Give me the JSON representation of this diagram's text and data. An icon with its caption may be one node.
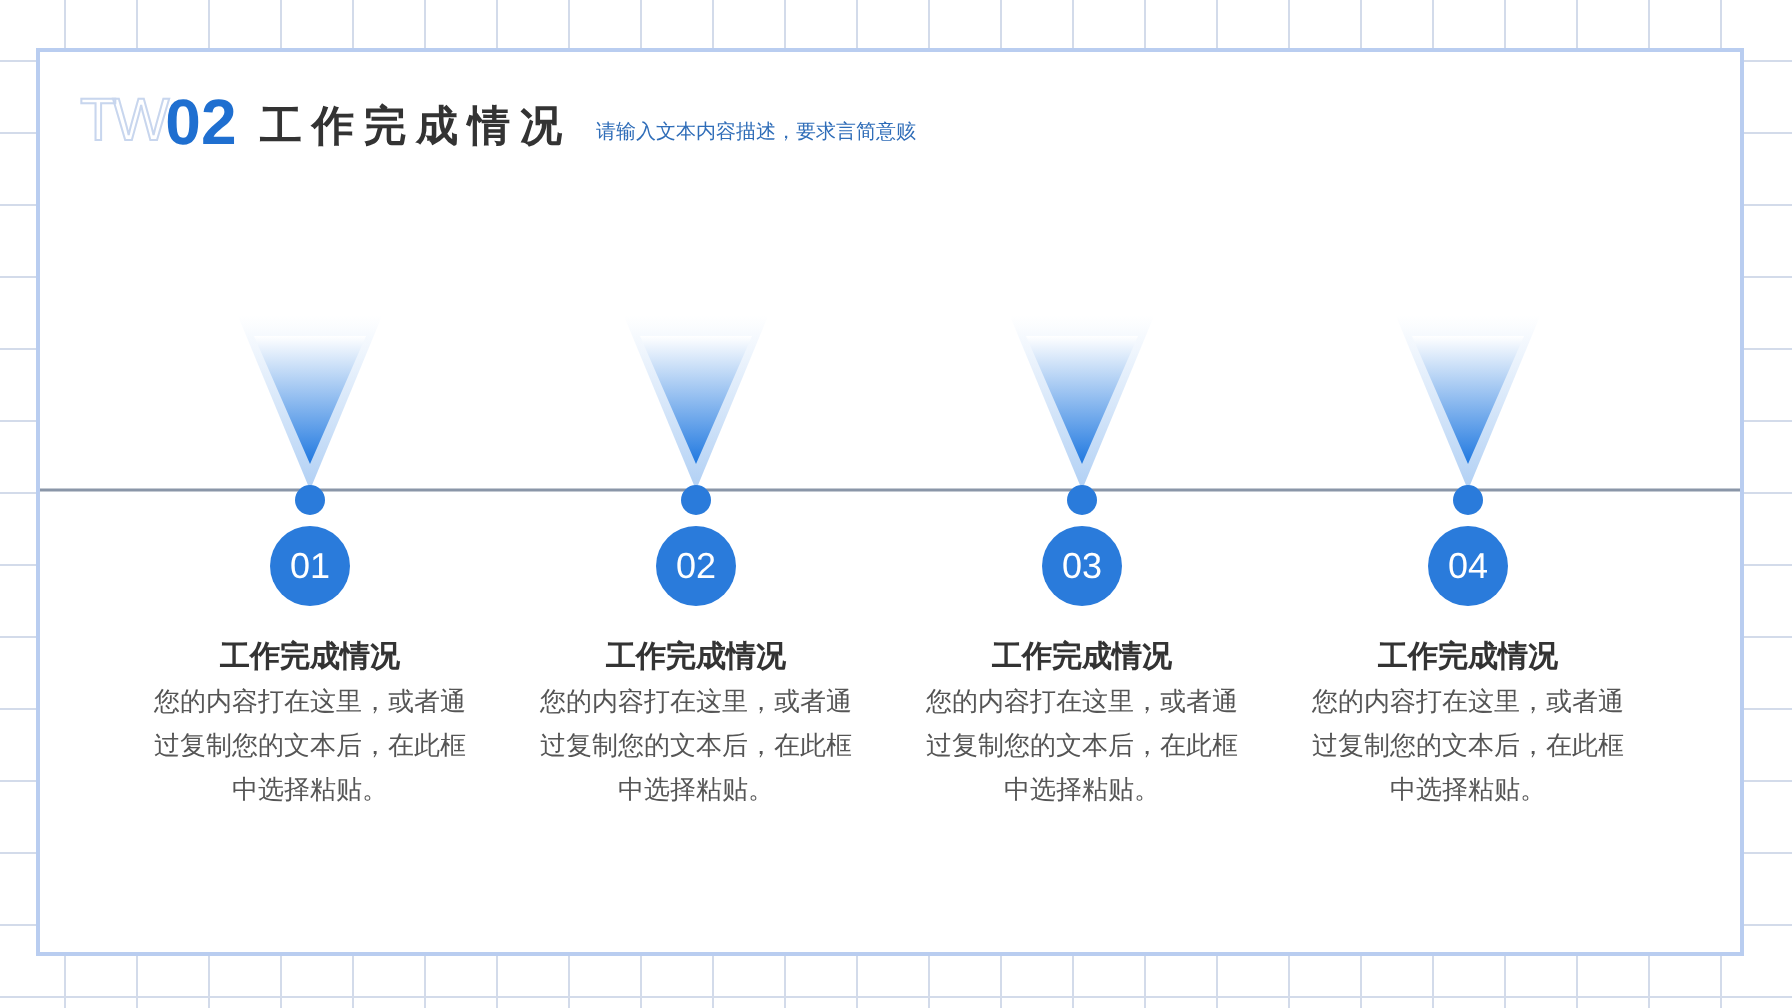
{
  "diagram": {
    "title": "工作完成情况",
    "nodes": [
      {
        "text": [
          "01"
        ],
        "beside": [
          "工作完成情况",
          "您的内容打在这里，或者通过复制您的文本后，在此框中选择粘贴。"
        ]
      },
      {
        "text": [
          "02"
        ],
        "beside": [
          "工作完成情况",
          "您的内容打在这里，或者通过复制您的文本后，在此框中选择粘贴。"
        ]
      },
      {
        "text": [
          "03"
        ],
        "beside": [
          "工作完成情况",
          "您的内容打在这里，或者通过复制您的文本后，在此框中选择粘贴。"
        ]
      },
      {
        "text": [
          "04"
        ],
        "beside": [
          "工作完成情况",
          "您的内容打在这里，或者通过复制您的文本后，在此框中选择粘贴。"
        ]
      }
    ],
    "labels": [
      "TW",
      "02",
      "请输入文本内容描述，要求言简意赅"
    ]
  }
}
